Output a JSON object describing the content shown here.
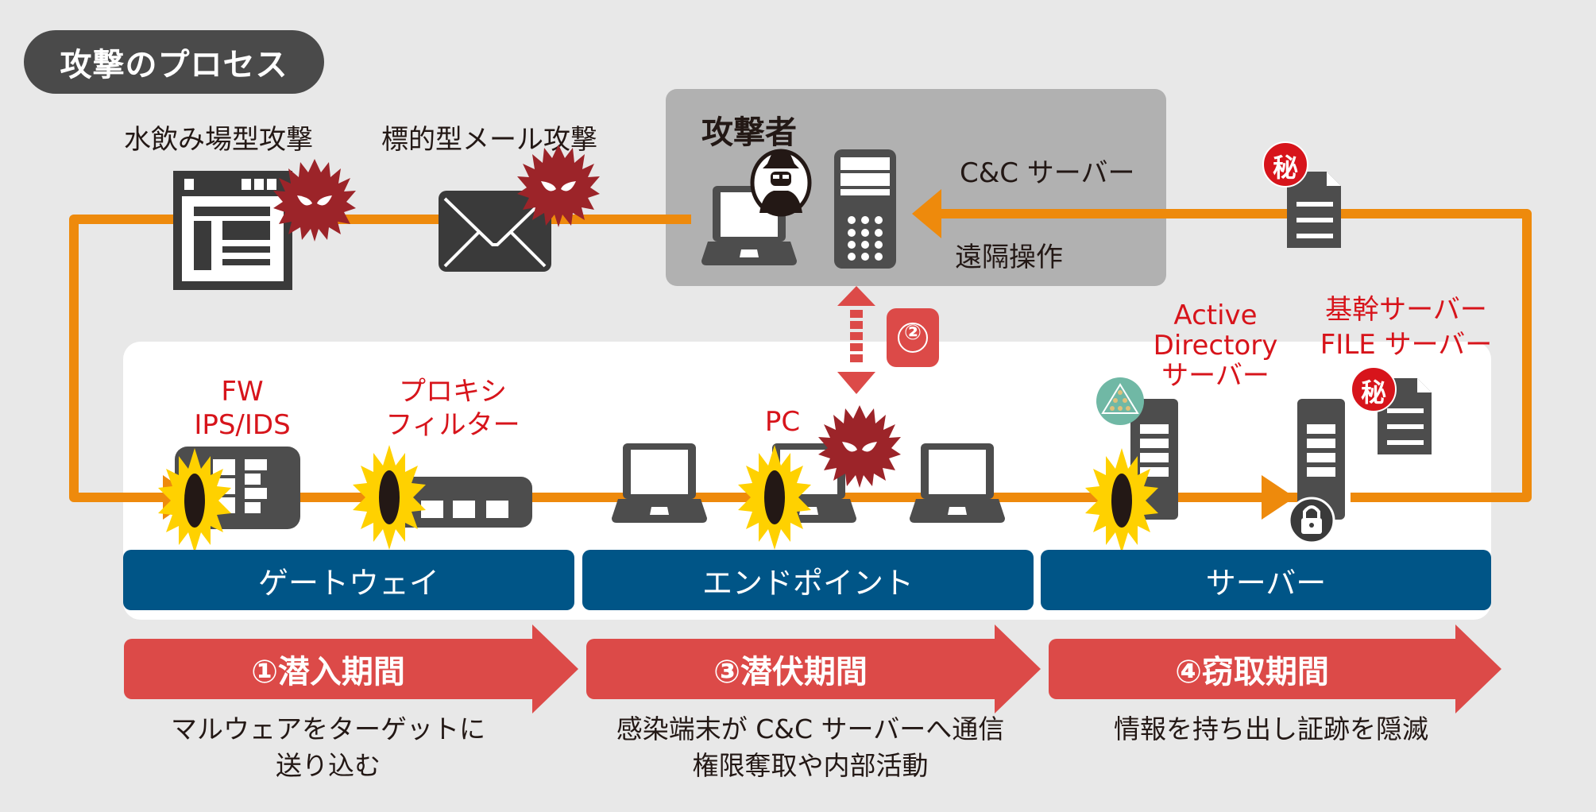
{
  "title": "攻撃のプロセス",
  "attack_vectors": {
    "watering_hole": "水飲み場型攻撃",
    "targeted_mail": "標的型メール攻撃"
  },
  "attacker": {
    "label": "攻撃者",
    "cc_server": "C&C サーバー",
    "remote_op": "遠隔操作"
  },
  "step2_badge": "②",
  "devices": {
    "fw": [
      "FW",
      "IPS/IDS"
    ],
    "proxy": [
      "プロキシ",
      "フィルター"
    ],
    "pc": "PC",
    "ad": [
      "Active",
      "Directory",
      "サーバー"
    ],
    "core": [
      "基幹サーバー",
      "FILE サーバー"
    ],
    "secret": "秘"
  },
  "zones": [
    "ゲートウェイ",
    "エンドポイント",
    "サーバー"
  ],
  "phases": [
    {
      "label": "①潜入期間",
      "desc": [
        "マルウェアをターゲットに",
        "送り込む"
      ]
    },
    {
      "label": "③潜伏期間",
      "desc": [
        "感染端末が C&C サーバーへ通信",
        "権限奪取や内部活動"
      ]
    },
    {
      "label": "④窃取期間",
      "desc": [
        "情報を持ち出し証跡を隠滅"
      ]
    }
  ],
  "colors": {
    "flow": "#ee8a0c",
    "malware": "#9c2429",
    "zone": "#005587",
    "phase": "#dc4a48",
    "label_red": "#d7141b"
  }
}
